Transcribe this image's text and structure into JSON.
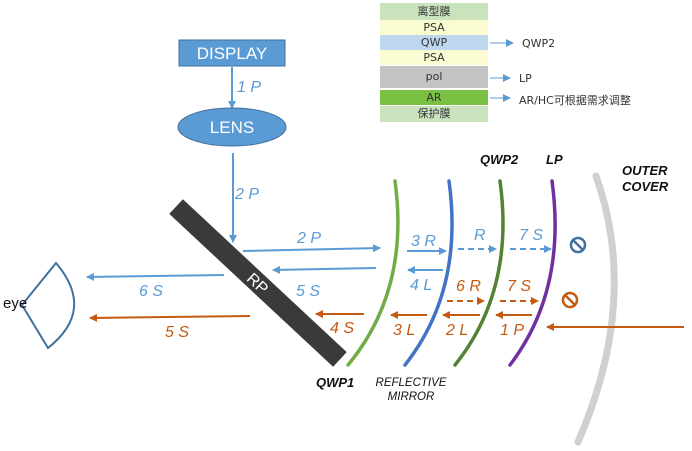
{
  "layer_stack": {
    "rows": [
      {
        "label": "离型膜",
        "color": "#c9e3bd"
      },
      {
        "label": "PSA",
        "color": "#fbfbd2"
      },
      {
        "label": "QWP",
        "color": "#bdd7ee"
      },
      {
        "label": "PSA",
        "color": "#fbfbd2"
      },
      {
        "label": "pol",
        "color": "#c4c4c4"
      },
      {
        "label": "AR",
        "color": "#7ac143"
      },
      {
        "label": "保护膜",
        "color": "#c9e3bd"
      }
    ],
    "notes": {
      "qwp": "QWP2",
      "pol": "LP",
      "ar": "AR/HC可根据需求调整"
    }
  },
  "display": {
    "label": "DISPLAY"
  },
  "lens": {
    "label": "LENS"
  },
  "rp": {
    "label": "RP"
  },
  "eye": {
    "label": "eye"
  },
  "components": {
    "qwp1": "QWP1",
    "mirror_line1": "REFLECTIVE",
    "mirror_line2": "MIRROR",
    "qwp2": "QWP2",
    "lp": "LP",
    "cover_line1": "OUTER",
    "cover_line2": "COVER"
  },
  "blue_path": {
    "labels": [
      "1 P",
      "2 P",
      "2 P",
      "3 R",
      "R",
      "7 S",
      "4 L",
      "5 S",
      "6 S"
    ]
  },
  "orange_path": {
    "labels": [
      "1 P",
      "7 S",
      "6 R",
      "2 L",
      "3 L",
      "4 S",
      "5 S"
    ]
  },
  "colors": {
    "blue": "#5b9bd5",
    "orange": "#c55a11",
    "qwp_green": "#70ad47",
    "mirror_blue": "#4472c4",
    "qwp2_green": "#548235",
    "lp_purple": "#7030a0",
    "cover_gray": "#d0d0d0",
    "rp_dark": "#3a3a3a"
  }
}
